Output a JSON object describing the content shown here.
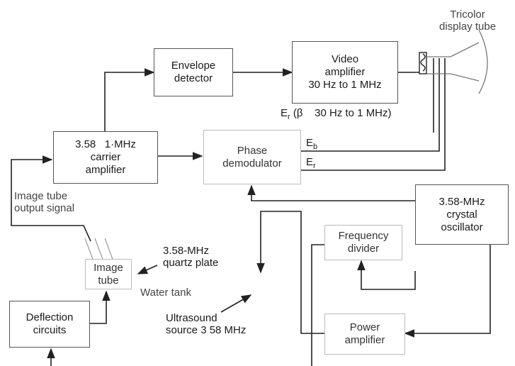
{
  "blocks": {
    "envelope_detector": [
      "Envelope",
      "detector"
    ],
    "video_amplifier": [
      "Video",
      "amplifier",
      "30 Hz to 1 MHz"
    ],
    "carrier_amplifier": [
      "3.58   1·MHz",
      "carrier",
      "amplifier"
    ],
    "phase_demodulator": [
      "Phase",
      "demodulator"
    ],
    "crystal_oscillator": [
      "3.58-MHz",
      "crystal",
      "oscillator"
    ],
    "frequency_divider": [
      "Frequency",
      "divider"
    ],
    "image_tube": [
      "Image",
      "tube"
    ],
    "deflection_circuits": [
      "Deflection",
      "circuits"
    ],
    "power_amplifier": [
      "Power",
      "amplifier"
    ]
  },
  "labels": {
    "tricolor_display_tube": [
      "Tricolor",
      "display tube"
    ],
    "er_signal": "E",
    "er_subscript": "r",
    "er_band": "(β    30 Hz to 1 MHz)",
    "eb_signal": "E",
    "eb_subscript": "b",
    "eg_signal": "E",
    "eg_subscript": "r",
    "image_tube_output": [
      "Image tube",
      "output signal"
    ],
    "quartz_plate": [
      "3.58-MHz",
      "quartz plate"
    ],
    "water_tank": "Water tank",
    "ultrasound_source": [
      "Ultrasound",
      "source 3 58 MHz"
    ]
  }
}
